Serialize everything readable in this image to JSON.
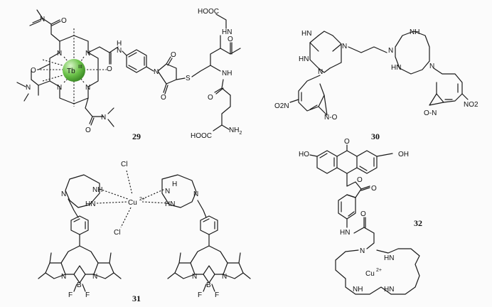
{
  "compounds": {
    "c29": {
      "number": "29",
      "metal": "Tb",
      "metal_charge": "III",
      "labels": {
        "n": "N",
        "o": "O",
        "nh": "NH",
        "hn": "HN",
        "h": "H",
        "s": "S",
        "hooc": "HOOC",
        "nh2": "NH2",
        "h2": "2"
      }
    },
    "c30": {
      "number": "30",
      "labels": {
        "hn": "HN",
        "nh": "NH",
        "n": "N",
        "o": "O",
        "no2": "NO2",
        "o2n": "O2N",
        "two": "2"
      }
    },
    "c31": {
      "number": "31",
      "metal": "Cu",
      "metal_charge": "2+",
      "labels": {
        "cl": "Cl",
        "n": "N",
        "nh": "NH",
        "hn": "HN",
        "h": "H",
        "b": "B",
        "f": "F",
        "minus": "−",
        "plus": "+"
      }
    },
    "c32": {
      "number": "32",
      "metal": "Cu",
      "metal_charge": "2+",
      "labels": {
        "ho": "HO",
        "oh": "OH",
        "o": "O",
        "hn": "HN",
        "nh": "NH",
        "n": "N"
      }
    }
  },
  "colors": {
    "sphere": "#6cc24a",
    "sphere_highlight": "#d8f5c8",
    "ink": "#1a1a1a"
  }
}
